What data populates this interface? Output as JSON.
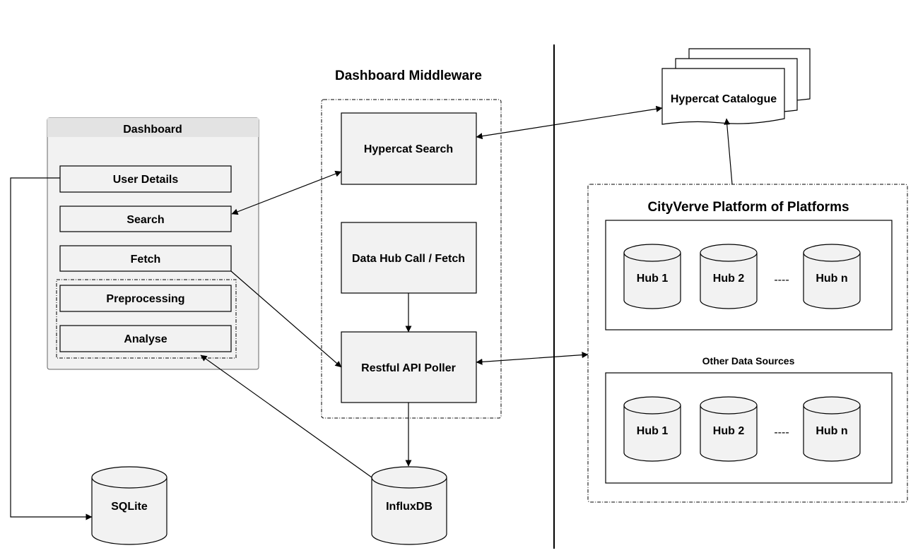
{
  "dashboard": {
    "title": "Dashboard",
    "items": {
      "user_details": "User Details",
      "search": "Search",
      "fetch": "Fetch",
      "preprocessing": "Preprocessing",
      "analyse": "Analyse"
    }
  },
  "middleware": {
    "title": "Dashboard Middleware",
    "hypercat_search": "Hypercat Search",
    "data_hub_call": "Data Hub Call / Fetch",
    "restful_poller": "Restful API Poller"
  },
  "databases": {
    "sqlite": "SQLite",
    "influxdb": "InfluxDB"
  },
  "catalogue": "Hypercat Catalogue",
  "platform": {
    "title": "CityVerve Platform of Platforms",
    "other_sources_label": "Other Data Sources",
    "group1": {
      "hub1": "Hub 1",
      "hub2": "Hub 2",
      "ellipsis": "----",
      "hubn": "Hub n"
    },
    "group2": {
      "hub1": "Hub 1",
      "hub2": "Hub 2",
      "ellipsis": "----",
      "hubn": "Hub n"
    }
  },
  "colors": {
    "box_fill": "#f2f2f2",
    "header_fill": "#e6e6e6",
    "stroke": "#000000"
  }
}
